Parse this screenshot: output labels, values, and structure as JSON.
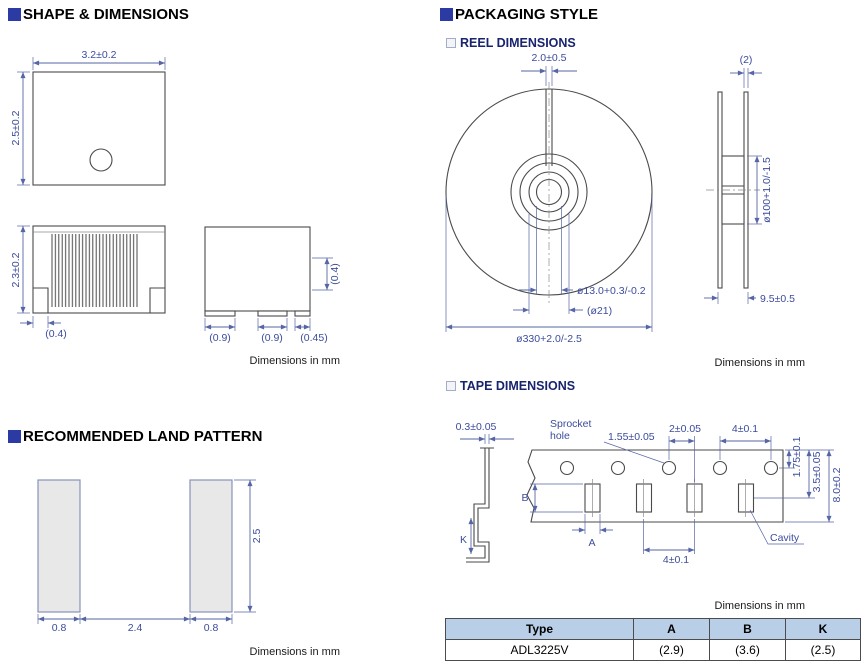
{
  "page": {
    "dimensions_note": "Dimensions in mm"
  },
  "sections": {
    "shape_title": "SHAPE & DIMENSIONS",
    "land_title": "RECOMMENDED LAND PATTERN",
    "packaging_title": "PACKAGING STYLE",
    "reel_title": "REEL DIMENSIONS",
    "tape_title": "TAPE DIMENSIONS"
  },
  "shape": {
    "top_width": "3.2±0.2",
    "top_height": "2.5±0.2",
    "side_height": "2.3±0.2",
    "terminal_width": "(0.4)",
    "pin_left": "(0.9)",
    "pin_middle": "(0.9)",
    "pin_right": "(0.45)",
    "pin_height": "(0.4)"
  },
  "land": {
    "pad_width_left": "0.8",
    "pad_gap": "2.4",
    "pad_width_right": "0.8",
    "pad_height": "2.5"
  },
  "reel": {
    "slot_width": "2.0±0.5",
    "flange_thickness": "(2)",
    "hub_diameter": "ø100+1.0/-1.5",
    "center_hole": "ø13.0+0.3/-0.2",
    "hub_ring": "(ø21)",
    "outer_diameter": "ø330+2.0/-2.5",
    "reel_width": "9.5±0.5"
  },
  "tape": {
    "thickness": "0.3±0.05",
    "sprocket_line1": "Sprocket",
    "sprocket_line2": "hole",
    "hole_diameter": "1.55±0.05",
    "hole_to_cavity": "2±0.05",
    "hole_pitch": "4±0.1",
    "edge_to_hole": "1.75±0.1",
    "edge_to_cavity": "3.5±0.05",
    "tape_width": "8.0±0.2",
    "cavity_pitch": "4±0.1",
    "cavity_label": "Cavity",
    "dim_a": "A",
    "dim_b": "B",
    "dim_k": "K"
  },
  "table": {
    "headers": [
      "Type",
      "A",
      "B",
      "K"
    ],
    "row": [
      "ADL3225V",
      "(2.9)",
      "(3.6)",
      "(2.5)"
    ]
  }
}
